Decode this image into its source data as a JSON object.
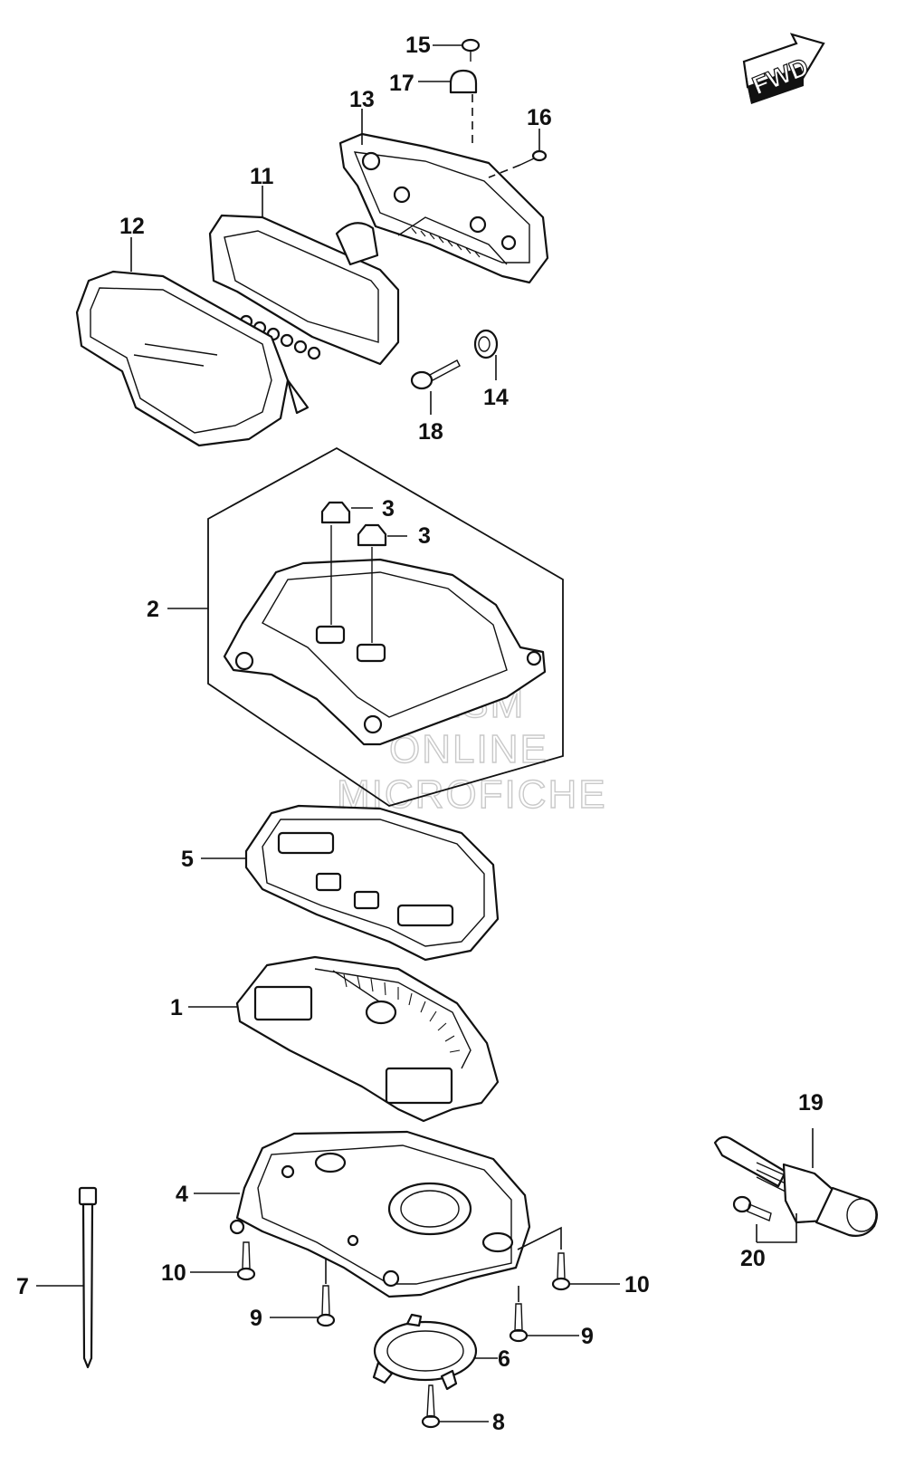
{
  "fwd_label": "FWD",
  "watermark": [
    "HLSM",
    "ONLINE",
    "MICROFICHE"
  ],
  "callouts": {
    "c15": "15",
    "c17": "17",
    "c13": "13",
    "c16": "16",
    "c11": "11",
    "c12": "12",
    "c14": "14",
    "c18": "18",
    "c3a": "3",
    "c3b": "3",
    "c2": "2",
    "c5": "5",
    "c1": "1",
    "c19": "19",
    "c20": "20",
    "c7": "7",
    "c4": "4",
    "c10a": "10",
    "c10b": "10",
    "c9a": "9",
    "c9b": "9",
    "c6": "6",
    "c8": "8"
  },
  "icons": {
    "fwd": "fwd-arrow-icon"
  }
}
